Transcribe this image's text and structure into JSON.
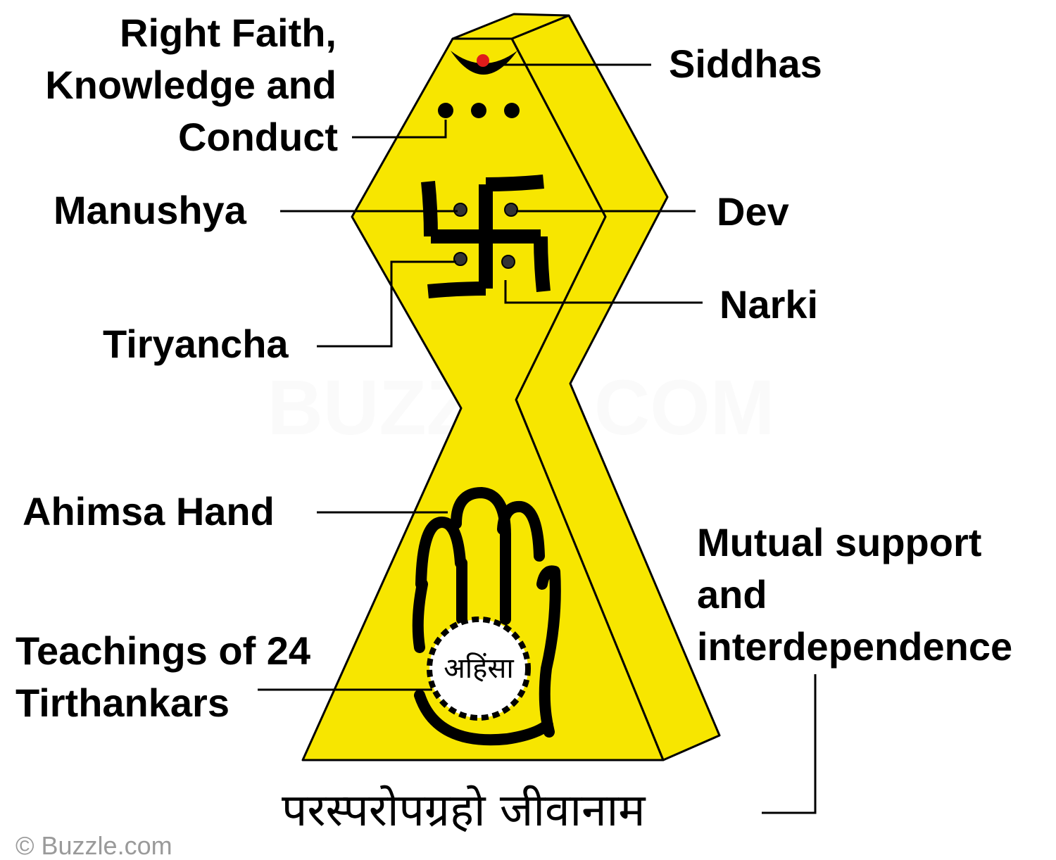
{
  "labels": {
    "right_faith": [
      "Right Faith,",
      "Knowledge and",
      "Conduct"
    ],
    "siddhas": "Siddhas",
    "manushya": "Manushya",
    "dev": "Dev",
    "narki": "Narki",
    "tiryancha": "Tiryancha",
    "ahimsa_hand": "Ahimsa Hand",
    "teachings": [
      "Teachings of 24",
      "Tirthankars"
    ],
    "mutual": [
      "Mutual support",
      "and",
      "interdependence"
    ]
  },
  "palm_text": "अहिंसा",
  "motto": "परस्परोपग्रहो जीवानाम",
  "watermark": "BUZZLE.COM",
  "credit": "© Buzzle.com",
  "colors": {
    "emblem_fill": "#f7e600",
    "outline": "#000000",
    "siddha_dot": "#e01b1b",
    "leader_line": "#000000"
  }
}
